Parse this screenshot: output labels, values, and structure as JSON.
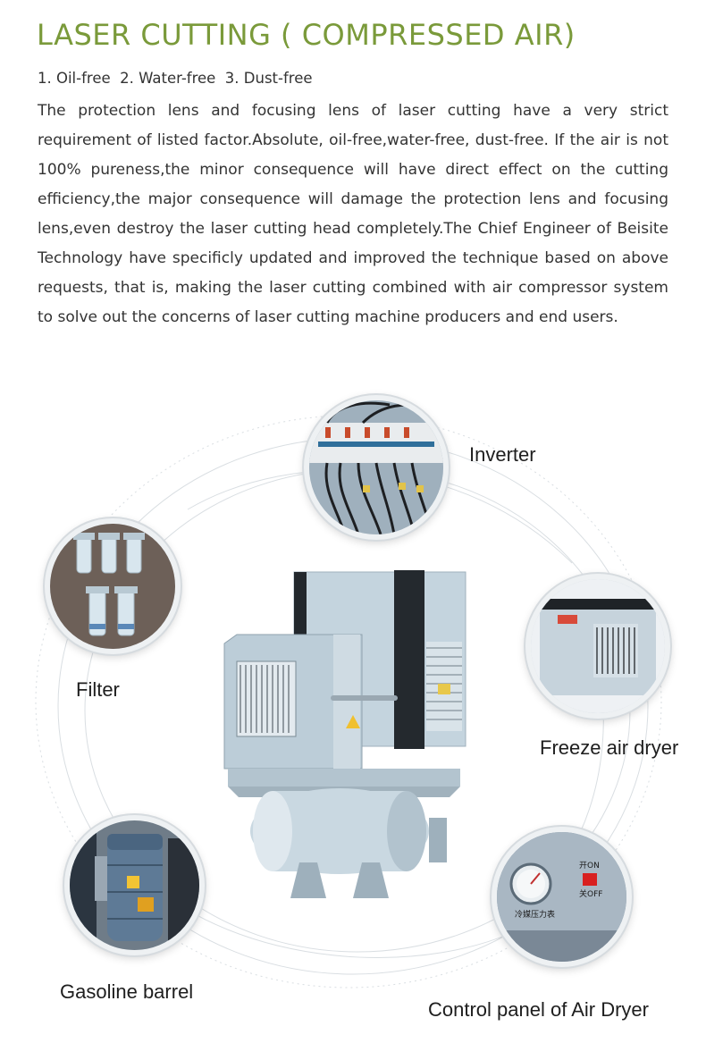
{
  "title": "LASER CUTTING ( COMPRESSED AIR)",
  "features": "1. Oil-free  2. Water-free  3. Dust-free",
  "body": "The protection lens and focusing lens of laser cutting have a very strict requirement of listed factor.Absolute, oil-free,water-free, dust-free. If the air is not 100% pureness,the minor consequence will have direct effect on the cutting efficiency,the major consequence will damage the protection lens and focusing lens,even destroy the laser cutting head completely.The Chief Engineer of Beisite Technology have specificly updated and improved the technique based on above requests, that is, making the laser cutting combined with air compressor system to solve out the concerns of laser cutting machine producers and end users.",
  "components": {
    "inverter": "Inverter",
    "filter": "Filter",
    "freeze_dryer": "Freeze air dryer",
    "gasoline_barrel": "Gasoline barrel",
    "control_panel": "Control panel of Air Dryer"
  },
  "control_panel_photo": {
    "gauge_caption": "冷媒压力表",
    "on_label": "开ON",
    "off_label": "关OFF"
  },
  "colors": {
    "title": "#7a9a3a",
    "machine_body": "#b9cbd6",
    "machine_dark": "#2a2f33",
    "bubble_rim": "#eef1f3"
  }
}
